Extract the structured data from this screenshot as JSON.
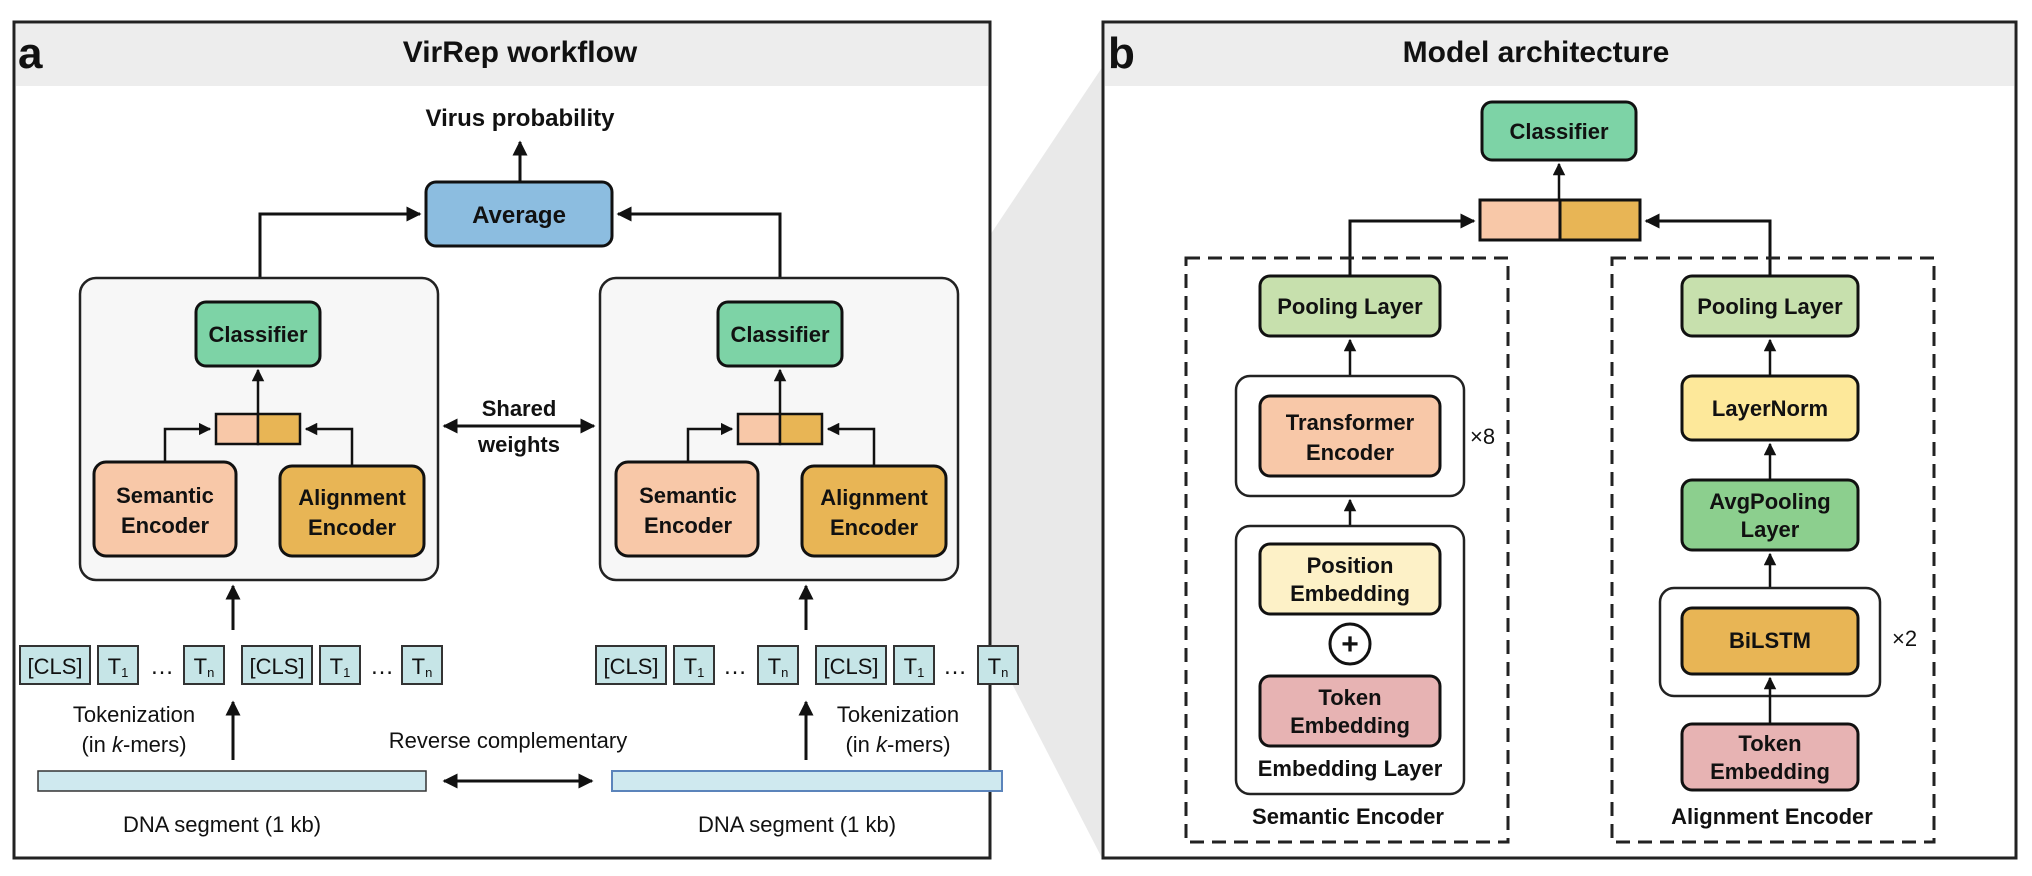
{
  "panel_a": {
    "letter": "a",
    "title": "VirRep workflow",
    "virus_probability": "Virus probability",
    "average": "Average",
    "classifier": "Classifier",
    "semantic_encoder": [
      "Semantic",
      "Encoder"
    ],
    "alignment_encoder": [
      "Alignment",
      "Encoder"
    ],
    "shared_weights": [
      "Shared",
      "weights"
    ],
    "tokens": {
      "cls": "[CLS]",
      "t_main": "T",
      "t1_sub": "1",
      "tn_sub": "n",
      "ellipsis": "…"
    },
    "tokenization": [
      "Tokenization",
      "(in ",
      "k",
      "-mers)"
    ],
    "reverse_complementary": "Reverse complementary",
    "dna_segment": "DNA segment (1 kb)"
  },
  "panel_b": {
    "letter": "b",
    "title": "Model architecture",
    "classifier": "Classifier",
    "pooling_layer": "Pooling Layer",
    "transformer_encoder": [
      "Transformer",
      "Encoder"
    ],
    "x8": "×8",
    "position_embedding": [
      "Position",
      "Embedding"
    ],
    "plus": "+",
    "token_embedding": [
      "Token",
      "Embedding"
    ],
    "embedding_layer": "Embedding Layer",
    "semantic_encoder": "Semantic Encoder",
    "layernorm": "LayerNorm",
    "avgpooling_layer": [
      "AvgPooling",
      "Layer"
    ],
    "bilstm": "BiLSTM",
    "x2": "×2",
    "alignment_encoder": "Alignment Encoder"
  },
  "colors": {
    "classifier": "#7dd3a6",
    "average": "#8cbde0",
    "semantic": "#f8c8a8",
    "alignment": "#e8b555",
    "pooling": "#c7e0ad",
    "layernorm": "#fde89a",
    "avgpooling": "#8ccf8e",
    "position": "#fdf1c7",
    "token_emb": "#e7b3b3",
    "token_box": "#c6e5e7",
    "dna_bar": "#cfe9ef",
    "dna_bar_stroke_right": "#5b84bb",
    "panel_bg": "#f8f8f8",
    "header_bg": "#ededed",
    "zoom_wedge": "#e9e9e9"
  }
}
